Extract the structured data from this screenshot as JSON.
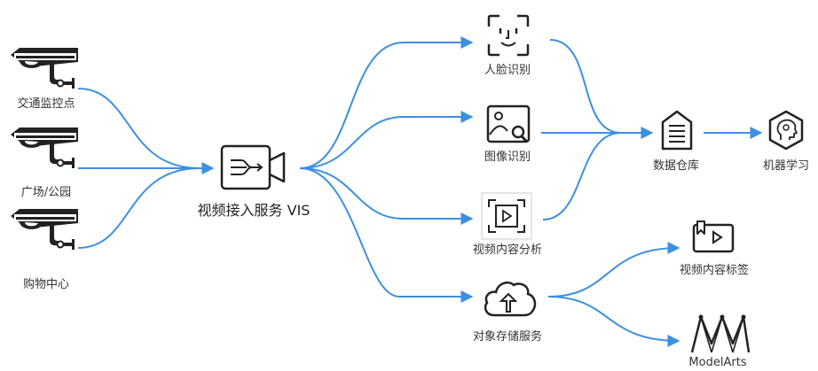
{
  "colors": {
    "flow": "#3d8fe0",
    "icon": "#222222",
    "text": "#333333"
  },
  "sources": [
    {
      "label": "交通监控点",
      "icon": "cctv-camera-icon"
    },
    {
      "label": "广场/公园",
      "icon": "cctv-camera-icon"
    },
    {
      "label": "购物中心",
      "icon": "cctv-camera-icon"
    }
  ],
  "hub": {
    "label": "视频接入服务 VIS",
    "icon": "video-access-icon"
  },
  "services": [
    {
      "label": "人脸识别",
      "icon": "face-recognition-icon"
    },
    {
      "label": "图像识别",
      "icon": "image-recognition-icon"
    },
    {
      "label": "视频内容分析",
      "icon": "video-analysis-icon"
    },
    {
      "label": "对象存储服务",
      "icon": "cloud-upload-icon"
    }
  ],
  "warehouse": {
    "label": "数据仓库",
    "icon": "data-warehouse-icon"
  },
  "ml": {
    "label": "机器学习",
    "icon": "machine-learning-head-icon"
  },
  "tagging": {
    "label": "视频内容标签",
    "icon": "video-tag-icon"
  },
  "modelarts": {
    "label": "ModelArts",
    "icon": "modelarts-logo-icon"
  }
}
